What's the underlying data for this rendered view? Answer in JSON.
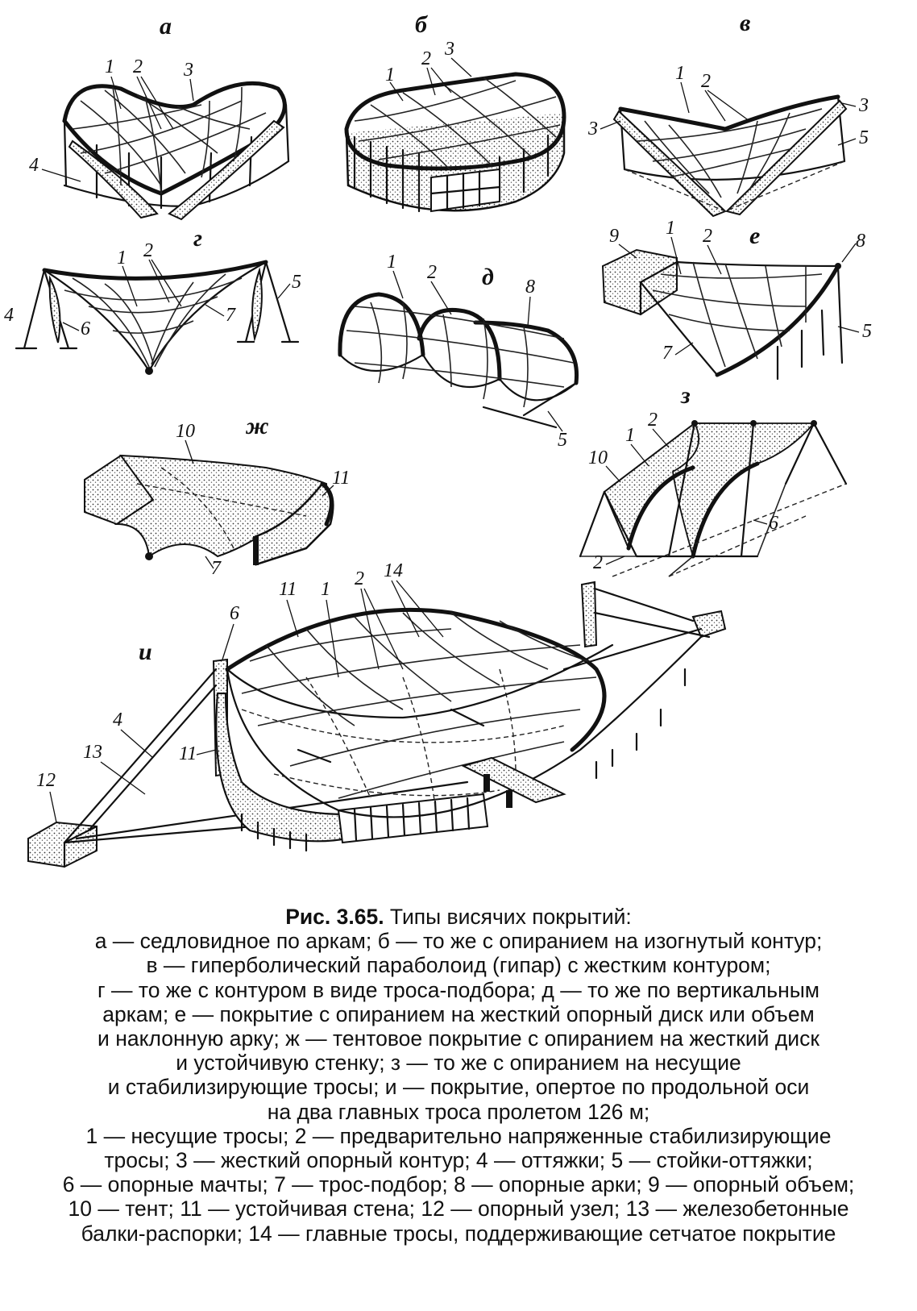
{
  "panels": {
    "a": {
      "letter": "а",
      "labels": [
        "1",
        "2",
        "3",
        "4"
      ]
    },
    "b": {
      "letter": "б",
      "labels": [
        "1",
        "2",
        "3"
      ]
    },
    "v": {
      "letter": "в",
      "labels": [
        "1",
        "2",
        "3",
        "3",
        "5"
      ]
    },
    "g": {
      "letter": "г",
      "labels": [
        "1",
        "2",
        "4",
        "5",
        "6",
        "7"
      ]
    },
    "d": {
      "letter": "д",
      "labels": [
        "1",
        "2",
        "8",
        "5"
      ]
    },
    "e": {
      "letter": "е",
      "labels": [
        "9",
        "1",
        "2",
        "8",
        "7",
        "5"
      ]
    },
    "zh": {
      "letter": "ж",
      "labels": [
        "10",
        "11",
        "7"
      ]
    },
    "z": {
      "letter": "з",
      "labels": [
        "2",
        "1",
        "10",
        "6",
        "2"
      ]
    },
    "i": {
      "letter": "и",
      "labels": [
        "11",
        "1",
        "2",
        "14",
        "6",
        "4",
        "13",
        "11",
        "12"
      ]
    }
  },
  "caption": {
    "title_label": "Рис. 3.65.",
    "title_text": " Типы висячих покрытий:",
    "lines": [
      "а — седловидное по аркам; б — то же с опиранием на изогнутый контур;",
      "в — гиперболический параболоид (гипар) с жестким контуром;",
      "г — то же с контуром в виде троса-подбора; д — то же по вертикальным",
      "аркам; е — покрытие с опиранием на жесткий опорный диск или объем",
      "и наклонную арку; ж — тентовое покрытие с опиранием на жесткий диск",
      "и устойчивую стенку; з — то же с опиранием на несущие",
      "и стабилизирующие тросы; и — покрытие, опертое по продольной оси",
      "на два главных троса пролетом 126 м;",
      "1 — несущие тросы; 2 — предварительно напряженные стабилизирующие",
      "тросы; 3 — жесткий опорный контур; 4 — оттяжки; 5 — стойки-оттяжки;",
      "6 — опорные мачты; 7 — трос-подбор; 8 — опорные арки; 9 — опорный объем;",
      "10 — тент; 11 — устойчивая стена; 12 — опорный узел; 13 — железобетонные",
      "балки-распорки; 14 — главные тросы, поддерживающие сетчатое покрытие"
    ]
  }
}
